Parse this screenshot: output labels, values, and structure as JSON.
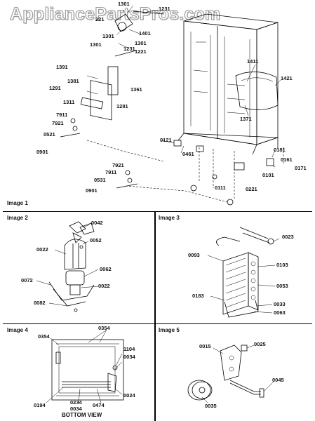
{
  "watermark": "AppliancePartsPros.com",
  "images": [
    {
      "title": "Image 1",
      "labels": [
        "1301",
        "1231",
        "221",
        "1301",
        "1401",
        "1301",
        "1221",
        "1301",
        "1231",
        "1391",
        "1381",
        "1291",
        "1361",
        "1311",
        "1281",
        "7911",
        "7921",
        "0521",
        "0901",
        "1411",
        "1421",
        "1371",
        "0121",
        "0461",
        "0181",
        "0161",
        "0171",
        "0101",
        "0111",
        "0221",
        "7921",
        "7911",
        "0531",
        "0901"
      ]
    },
    {
      "title": "Image 2",
      "labels": [
        "0042",
        "0052",
        "0022",
        "0062",
        "0072",
        "0022",
        "0082"
      ]
    },
    {
      "title": "Image 3",
      "labels": [
        "0023",
        "0093",
        "0103",
        "0053",
        "0183",
        "0033",
        "0063"
      ]
    },
    {
      "title": "Image 4",
      "labels": [
        "0354",
        "0354",
        "1104",
        "0034",
        "0024",
        "0194",
        "0234",
        "0474",
        "0034"
      ],
      "caption": "BOTTOM VIEW"
    },
    {
      "title": "Image 5",
      "labels": [
        "0015",
        "0025",
        "0045",
        "0035"
      ]
    }
  ]
}
